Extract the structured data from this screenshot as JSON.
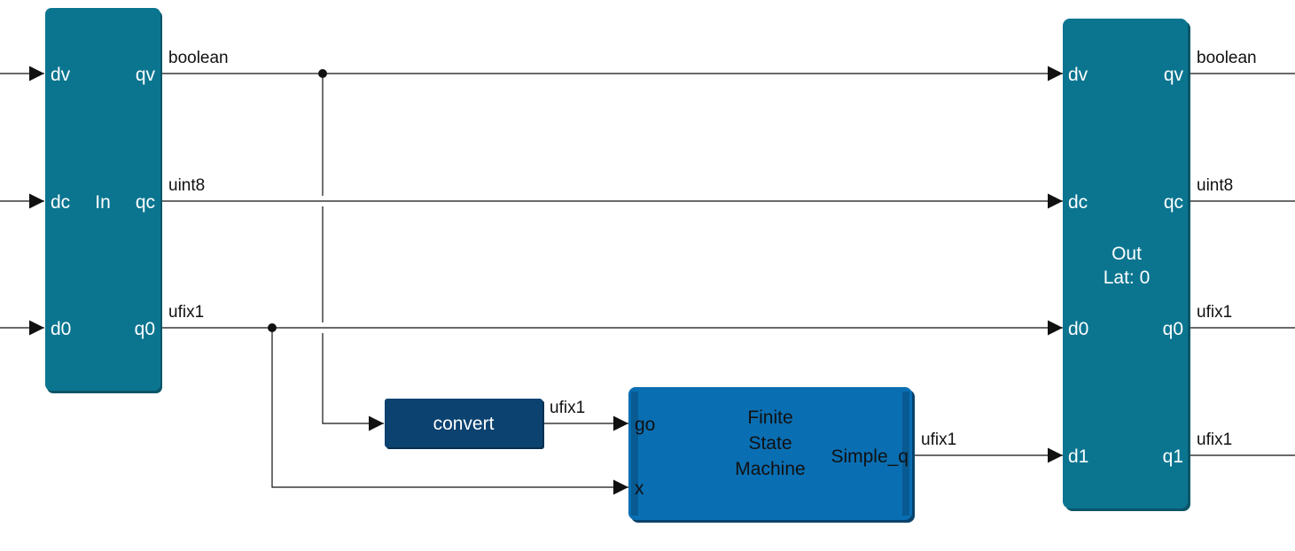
{
  "blocks": {
    "in_block": {
      "label": "In",
      "inputs": [
        "dv",
        "dc",
        "d0"
      ],
      "outputs": [
        "qv",
        "qc",
        "q0"
      ],
      "color": "#0b7590"
    },
    "out_block": {
      "label": "Out",
      "latency": "Lat: 0",
      "inputs": [
        "dv",
        "dc",
        "d0",
        "d1"
      ],
      "outputs": [
        "qv",
        "qc",
        "q0",
        "q1"
      ],
      "color": "#0b7590"
    },
    "convert_block": {
      "label": "convert",
      "color": "#0b4270"
    },
    "fsm_block": {
      "line1": "Finite",
      "line2": "State",
      "line3": "Machine",
      "inputs": [
        "go",
        "x"
      ],
      "output": "Simple_q",
      "color": "#0a6eb2"
    }
  },
  "signals": {
    "in_qv": "boolean",
    "in_qc": "uint8",
    "in_q0": "ufix1",
    "convert_out": "ufix1",
    "fsm_out": "ufix1",
    "out_qv": "boolean",
    "out_qc": "uint8",
    "out_q0": "ufix1",
    "out_q1": "ufix1"
  }
}
